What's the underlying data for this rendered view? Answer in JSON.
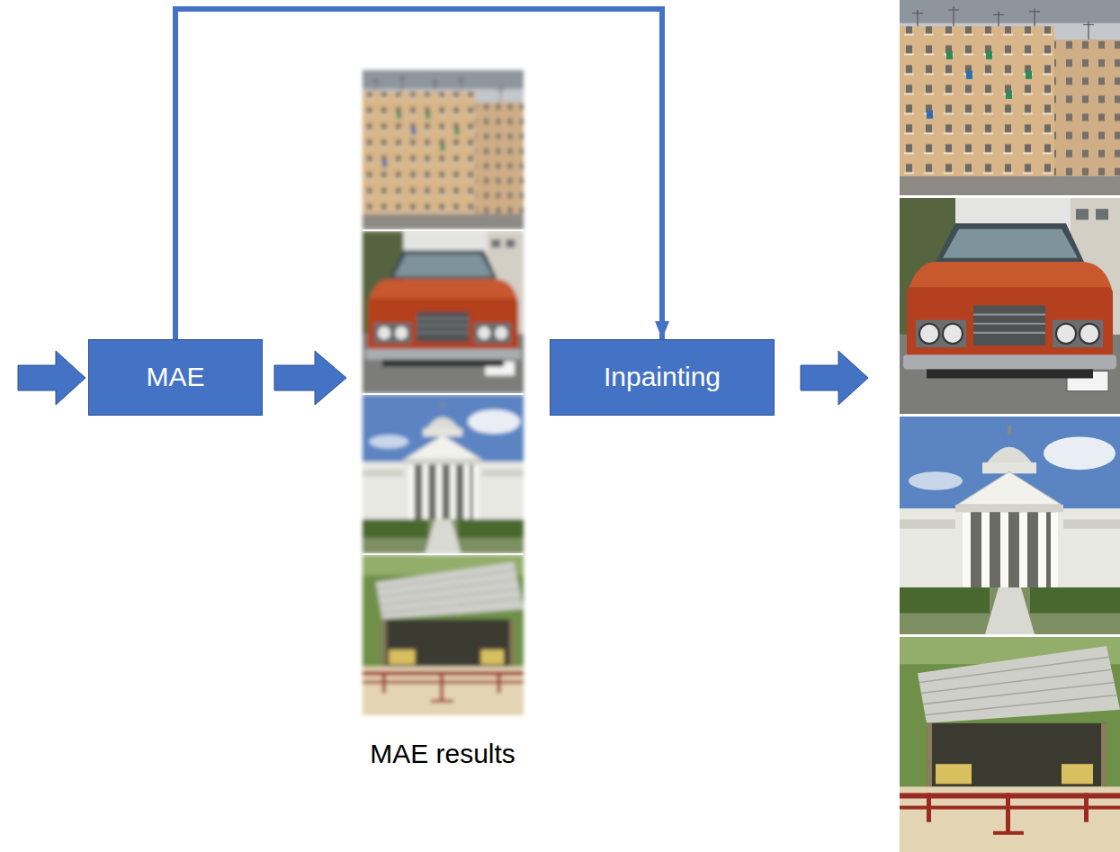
{
  "diagram": {
    "nodes": [
      {
        "text": [
          "MAE"
        ]
      },
      {
        "text": [
          "Inpainting"
        ]
      }
    ],
    "edges": [
      {
        "from": 0,
        "to": 1,
        "arrow": "to"
      }
    ],
    "labels": [
      "MAE results"
    ]
  }
}
